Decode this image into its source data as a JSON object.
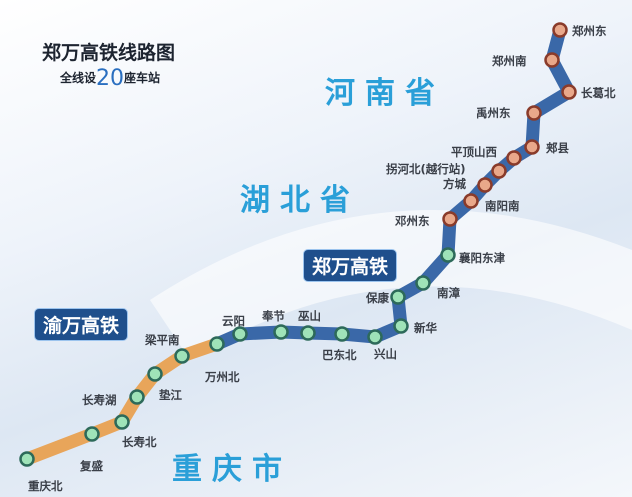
{
  "title": "郑万高铁线路图",
  "subtitle": {
    "prefix": "全线设",
    "count": "20",
    "suffix": "座车站"
  },
  "provinces": [
    "河南省",
    "湖北省",
    "重庆市"
  ],
  "callouts": {
    "zhengwan": "郑万高铁",
    "yuwan": "渝万高铁"
  },
  "colors": {
    "zhengwan_line": "#3a68a8",
    "yuwan_line": "#e8a55a",
    "henan_station": "#e9a88a",
    "other_station": "#9fe3b8",
    "province_text": "#2a9fd8"
  },
  "stations": [
    "郑州东",
    "郑州南",
    "长葛北",
    "禹州东",
    "郏县",
    "平顶山西",
    "拐河北(越行站)",
    "方城",
    "南阳南",
    "邓州东",
    "襄阳东津",
    "南漳",
    "保康",
    "新华",
    "兴山",
    "巴东北",
    "巫山",
    "奉节",
    "云阳",
    "万州北",
    "梁平南",
    "垫江",
    "长寿湖",
    "长寿北",
    "复盛",
    "重庆北"
  ]
}
